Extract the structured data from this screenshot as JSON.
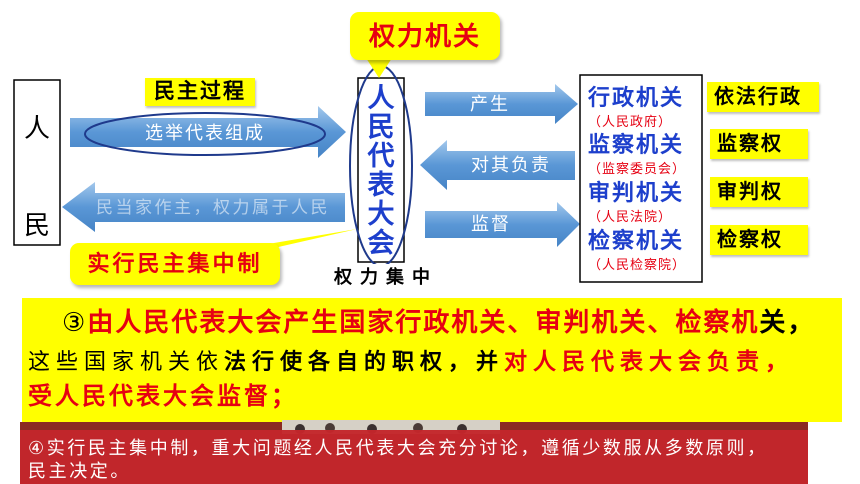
{
  "callouts": {
    "power_organ": "权力机关",
    "democratic_centralism": "实行民主集中制"
  },
  "people": {
    "char_top": "人",
    "char_bottom": "民"
  },
  "democratic_process": "民主过程",
  "congress": "人民代表大会",
  "power_concentration": "权力集中",
  "arrows": {
    "elect": "选举代表组成",
    "return": "民当家作主，权力属于人民",
    "produce": "产生",
    "responsible": "对其负责",
    "supervise": "监督"
  },
  "organs": [
    {
      "name": "行政机关",
      "body": "（人民政府）",
      "power": "依法行政"
    },
    {
      "name": "监察机关",
      "body": "（监察委员会）",
      "power": "监察权"
    },
    {
      "name": "审判机关",
      "body": "（人民法院）",
      "power": "审判权"
    },
    {
      "name": "检察机关",
      "body": "（人民检察院）",
      "power": "检察权"
    }
  ],
  "point3": {
    "line1": [
      "③",
      "由人民代表大会产生国家行政机关、审判机关、检察机",
      "关，"
    ],
    "line2": [
      "这些国家机关依",
      "法行使各自的职权，并",
      "对人民代表大会负责，"
    ],
    "line3": "受人民代表大会监督；"
  },
  "point4": {
    "lines": [
      "④实行民主集中制，重大问题经人民代表大会充分讨论，遵循少数服从多数原则，",
      "民主决定。"
    ]
  },
  "colors": {
    "yellow": "#ffff00",
    "red": "#e60012",
    "blue_text": "#1d3fcc",
    "arrow_blue": "#5a97d6",
    "oval": "#1f3a8c",
    "banner_red": "#c3262b"
  }
}
